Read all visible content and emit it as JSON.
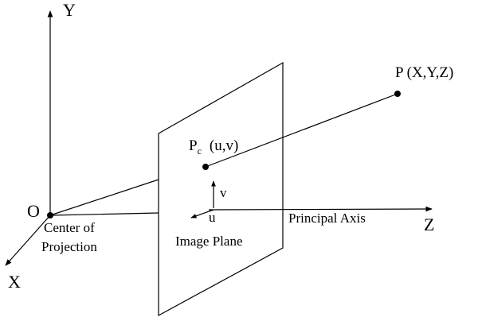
{
  "axes": {
    "y_label": "Y",
    "x_label": "X",
    "z_label": "Z"
  },
  "origin": {
    "label": "O",
    "caption_line1": "Center of",
    "caption_line2": "Projection"
  },
  "image_plane": {
    "label": "Image Plane",
    "u_label": "u",
    "v_label": "v"
  },
  "principal_axis": {
    "label": "Principal Axis"
  },
  "point_p": {
    "label": "P (X,Y,Z)"
  },
  "point_pc": {
    "main": "P",
    "subscript": "c",
    "coords": "(u,v)"
  }
}
